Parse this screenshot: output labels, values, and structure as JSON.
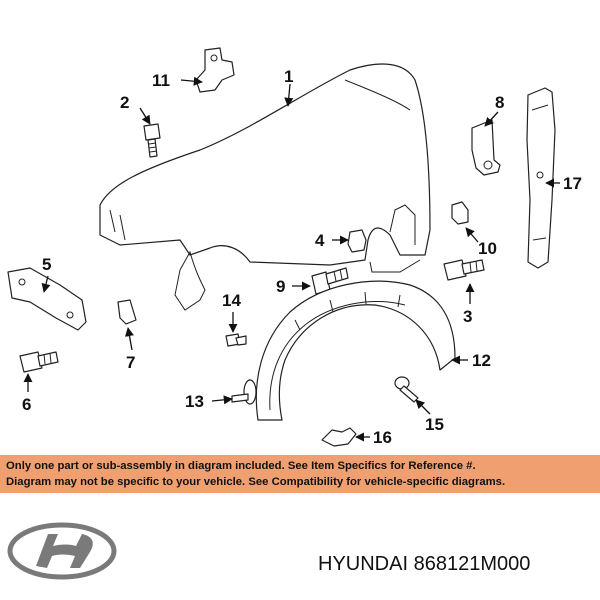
{
  "callouts": [
    "1",
    "2",
    "3",
    "4",
    "5",
    "6",
    "7",
    "8",
    "9",
    "10",
    "11",
    "12",
    "13",
    "14",
    "15",
    "16",
    "17"
  ],
  "notice": {
    "line1": "Only one part or sub-assembly in diagram included. See Item Specifics for Reference #.",
    "line2": "Diagram may not be specific to your vehicle. See Compatibility for vehicle-specific diagrams."
  },
  "footer": {
    "brand": "HYUNDAI",
    "part_number": "868121M000"
  },
  "colors": {
    "banner": "#f0a070",
    "line": "#222222"
  }
}
